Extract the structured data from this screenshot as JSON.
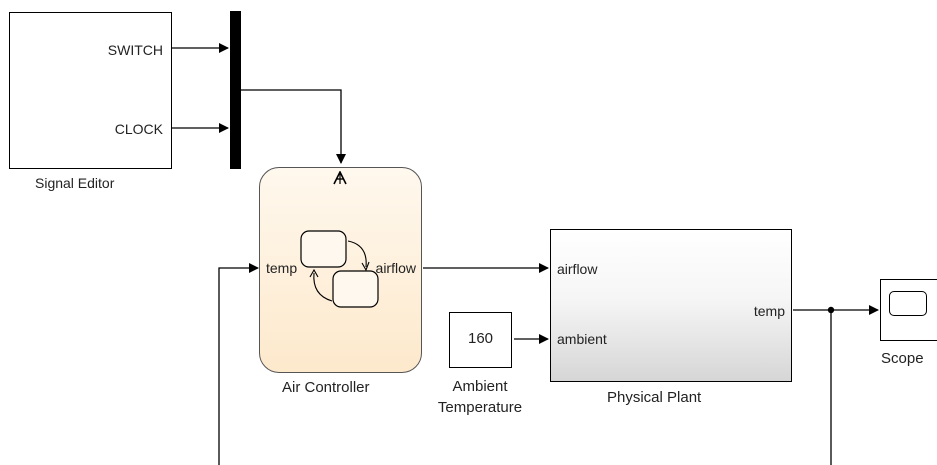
{
  "signal_editor": {
    "name": "Signal Editor",
    "ports": [
      "SWITCH",
      "CLOCK"
    ]
  },
  "air_controller": {
    "name": "Air Controller",
    "input_port": "temp",
    "output_port": "airflow",
    "badge_icon": "stateflow-chart-icon"
  },
  "ambient_temperature": {
    "value": "160",
    "name_line1": "Ambient",
    "name_line2": "Temperature"
  },
  "physical_plant": {
    "name": "Physical Plant",
    "input_ports": [
      "airflow",
      "ambient"
    ],
    "output_port": "temp"
  },
  "scope": {
    "name": "Scope",
    "icon": "scope-display-icon"
  },
  "colors": {
    "chart_fill": "#fdf0dc",
    "plant_gradient_top": "#ffffff",
    "plant_gradient_bottom": "#d8d8d8",
    "line": "#000000"
  }
}
